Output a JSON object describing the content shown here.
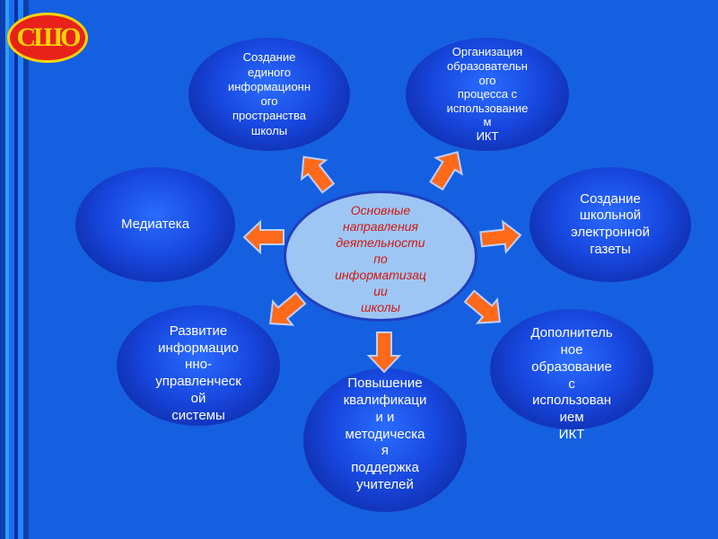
{
  "logo_text": "СШО",
  "center_label": "Основные\nнаправления\nдеятельности\nпо\nинформатизац\nии\nшколы",
  "nodes": {
    "unified_space": "Создание\nединого\nинформационн\nого\nпространства\nшколы",
    "ict_process": "Организация\nобразовательн\nого\nпроцесса с\nиспользование\nм\nИКТ",
    "mediateka": "Медиатека",
    "e_newspaper": "Создание\nшкольной\nэлектронной\nгазеты",
    "management_system": "Развитие\nинформацио\nнно-\nуправленческ\nой\nсистемы",
    "teacher_support": "Повышение\nквалификаци\nи и\nметодическа\nя\nподдержка\nучителей",
    "additional_education": "Дополнитель\nное\nобразование\nс\nиспользован\nием\nИКТ"
  },
  "colors": {
    "background": "#1560e0",
    "node_fill": "#1848e0",
    "center_fill": "#9ec6f4",
    "center_text": "#d01a12",
    "arrow_fill": "#ff6a1a",
    "arrow_stroke": "#c0d0ff",
    "logo_red": "#e8221a",
    "logo_yellow": "#ffd400"
  }
}
